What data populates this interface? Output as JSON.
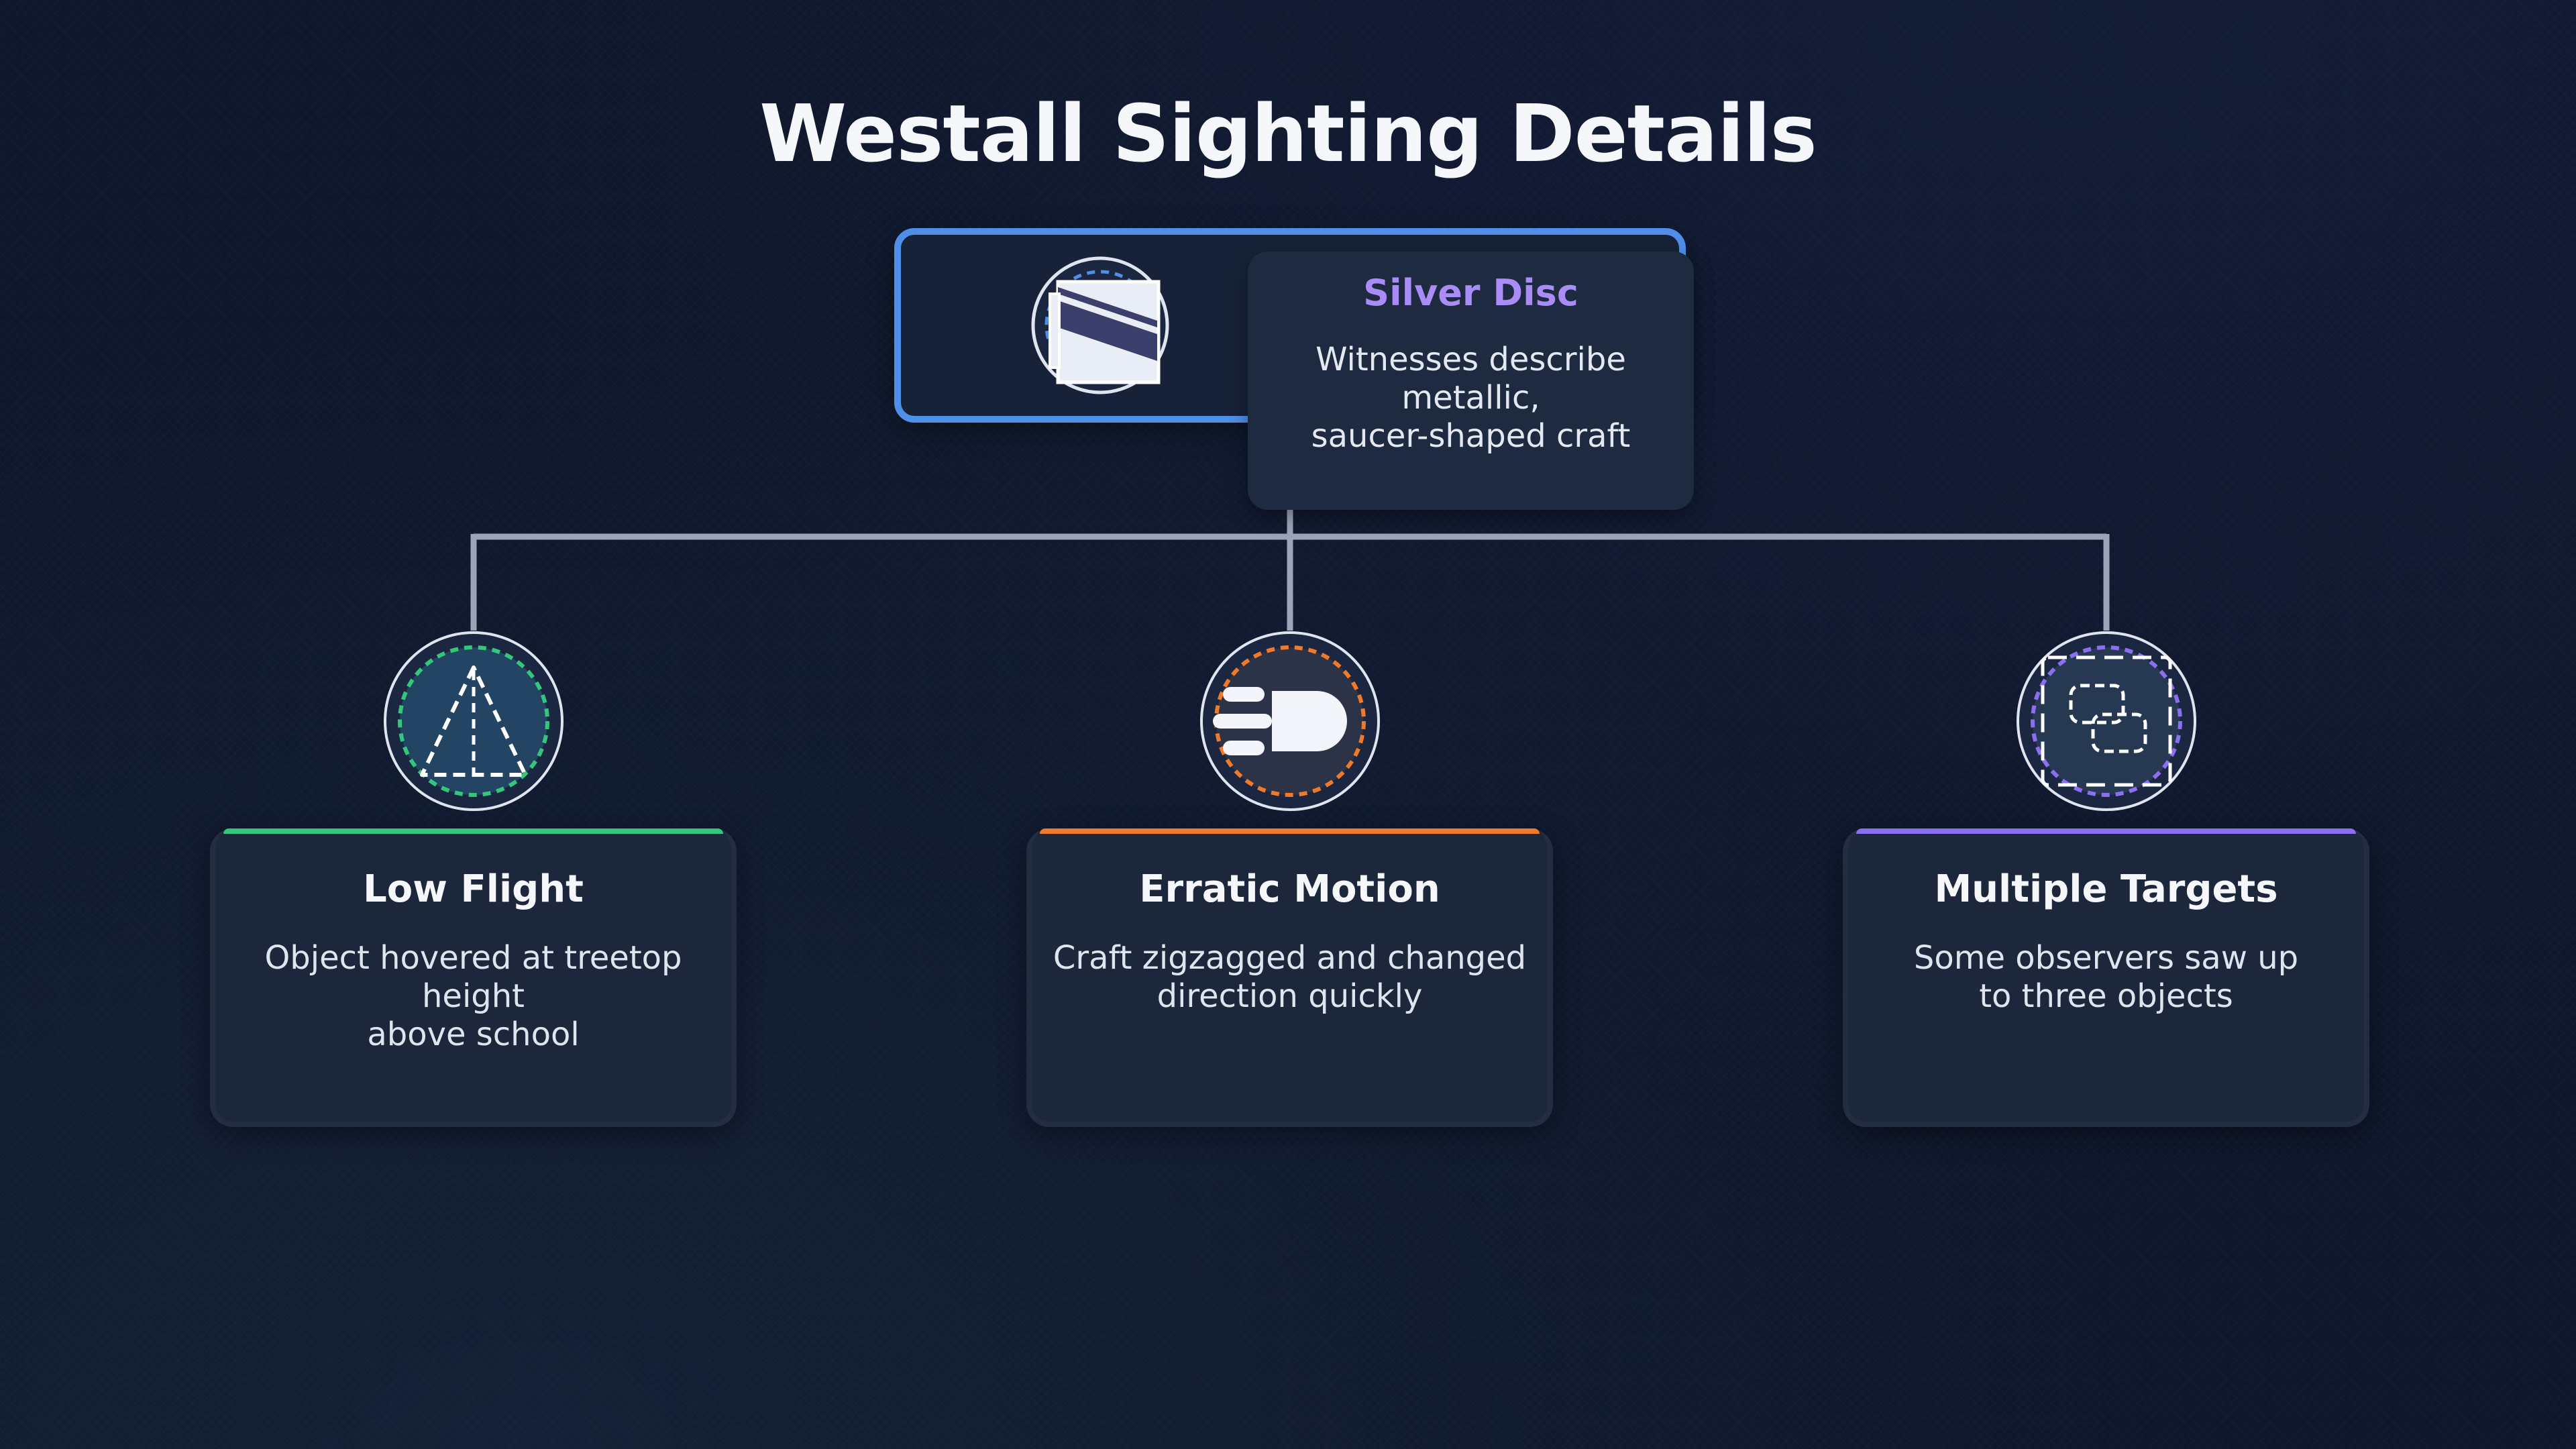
{
  "title": "Westall Sighting Details",
  "root": {
    "title": "Silver Disc",
    "description_lines": [
      "Witnesses describe",
      "metallic,",
      "saucer-shaped craft"
    ],
    "icon": "silver-disc-icon",
    "accent": "#4f8fe8",
    "title_color": "#a98cf5"
  },
  "children": [
    {
      "title": "Low Flight",
      "description_lines": [
        "Object hovered at treetop height",
        "above school"
      ],
      "icon": "triangle-icon",
      "accent": "#34c77b"
    },
    {
      "title": "Erratic Motion",
      "description_lines": [
        "Craft zigzagged and changed",
        "direction quickly"
      ],
      "icon": "speed-motion-icon",
      "accent": "#f07a2b"
    },
    {
      "title": "Multiple Targets",
      "description_lines": [
        "Some observers saw up",
        "to three objects"
      ],
      "icon": "multiple-objects-icon",
      "accent": "#8a6ff0"
    }
  ],
  "colors": {
    "background": "#0e172b",
    "connector": "#9aa6b8",
    "card": "#1c273b"
  }
}
